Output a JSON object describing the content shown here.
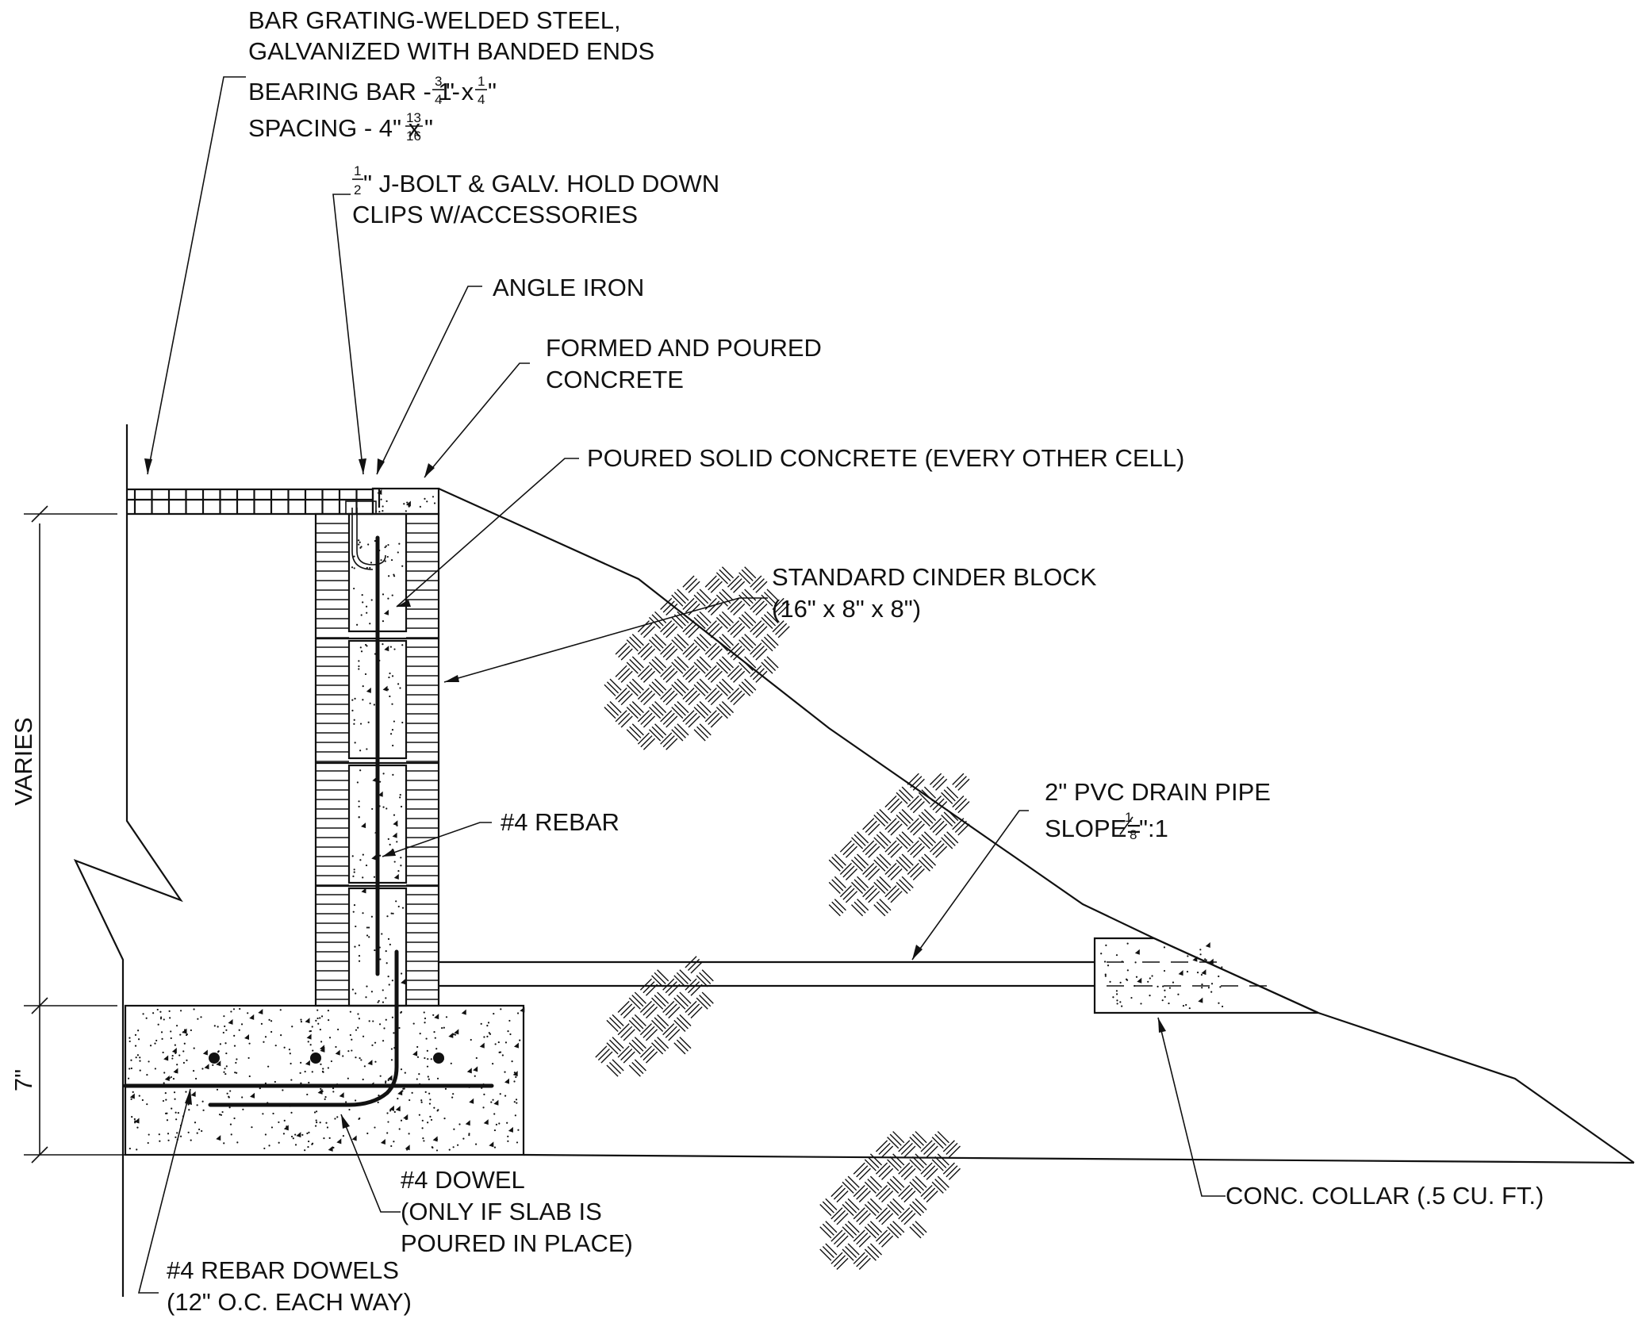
{
  "labels": {
    "bar_grating": {
      "line1": "BAR GRATING-WELDED STEEL,",
      "line2": "GALVANIZED WITH BANDED ENDS",
      "bearing_prefix": "BEARING BAR - 1-",
      "bearing_frac1_num": "3",
      "bearing_frac1_den": "4",
      "bearing_mid": "\" x ",
      "bearing_frac2_num": "1",
      "bearing_frac2_den": "4",
      "bearing_suffix": "\"",
      "spacing_prefix": "SPACING - 4\" x ",
      "spacing_frac_num": "13",
      "spacing_frac_den": "16",
      "spacing_suffix": "\""
    },
    "j_bolt": {
      "frac_num": "1",
      "frac_den": "2",
      "line1": "\" J-BOLT & GALV. HOLD DOWN",
      "line2": "CLIPS W/ACCESSORIES"
    },
    "angle_iron": "ANGLE IRON",
    "formed_concrete": {
      "line1": "FORMED AND POURED",
      "line2": "CONCRETE"
    },
    "poured_solid": "POURED SOLID CONCRETE (EVERY OTHER CELL)",
    "cinder_block": {
      "line1": "STANDARD CINDER BLOCK",
      "line2": "(16\" x 8\" x 8\")"
    },
    "rebar": "#4 REBAR",
    "drain_pipe": {
      "line1": "2\" PVC DRAIN PIPE",
      "line2_prefix": "SLOPE=",
      "line2_frac_num": "1",
      "line2_frac_den": "8",
      "line2_suffix": "\":1"
    },
    "dowel": {
      "line1": "#4 DOWEL",
      "line2": "(ONLY IF SLAB IS",
      "line3": "POURED IN PLACE)"
    },
    "rebar_dowels": {
      "line1": "#4 REBAR DOWELS",
      "line2": "(12\" O.C. EACH WAY)"
    },
    "conc_collar": "CONC. COLLAR (.5 CU. FT.)",
    "dim_varies": "VARIES",
    "dim_7": "7\""
  },
  "colors": {
    "ink": "#111111",
    "background": "#ffffff"
  }
}
